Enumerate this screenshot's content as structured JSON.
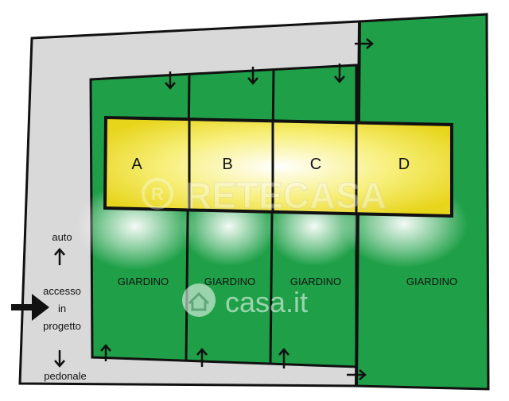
{
  "units": [
    {
      "label": "A"
    },
    {
      "label": "B"
    },
    {
      "label": "C"
    },
    {
      "label": "D"
    }
  ],
  "gardens": [
    {
      "label": "GIARDINO"
    },
    {
      "label": "GIARDINO"
    },
    {
      "label": "GIARDINO"
    },
    {
      "label": "GIARDINO"
    }
  ],
  "access": {
    "auto": "auto",
    "line1": "accesso",
    "line2": "in",
    "line3": "progetto",
    "pedestrian": "pedonale"
  },
  "watermarks": {
    "retecasa": "RETECASA",
    "casa": "casa.it"
  },
  "colors": {
    "garden": "#1fa048",
    "unit_fill": "#f2e21e",
    "unit_glow": "#ffffff",
    "driveway": "#d9d9d9",
    "outline": "#111111"
  }
}
